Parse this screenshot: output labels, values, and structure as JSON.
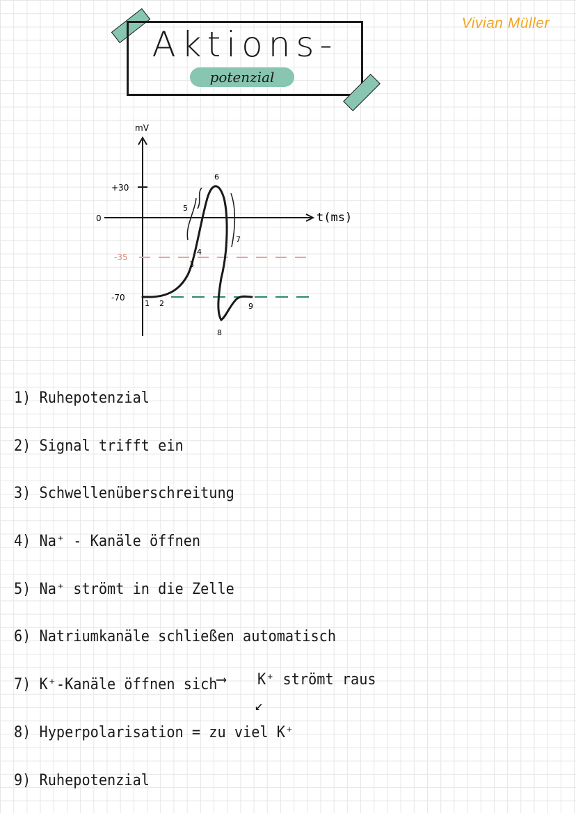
{
  "author": "Vivian Müller",
  "title": {
    "main": "Aktions-",
    "sub": "potenzial"
  },
  "graph": {
    "y_axis_label": "mV",
    "x_axis_label": "t(ms)",
    "ticks": {
      "plus30": "+30",
      "zero": "0",
      "minus35": "-35",
      "minus70": "-70"
    },
    "points": [
      "1",
      "2",
      "3",
      "4",
      "5",
      "6",
      "7",
      "8",
      "9"
    ],
    "threshold_color": "#e9a49a",
    "resting_color": "#2f8c64"
  },
  "list": [
    "1) Ruhepotenzial",
    "2) Signal trifft ein",
    "3) Schwellenüberschreitung",
    "4) Na⁺ - Kanäle öffnen",
    "5) Na⁺ strömt in die Zelle",
    "6) Natriumkanäle schließen automatisch",
    "7) K⁺-Kanäle öffnen sich",
    "8) Hyperpolarisation = zu viel K⁺",
    "9) Ruhepotenzial"
  ],
  "annotation": {
    "arrow_right": "⟶",
    "k_out": "K⁺ strömt raus",
    "arrow_down": "↙"
  },
  "colors": {
    "accent": "#88c6b2",
    "author": "#f2a623"
  }
}
